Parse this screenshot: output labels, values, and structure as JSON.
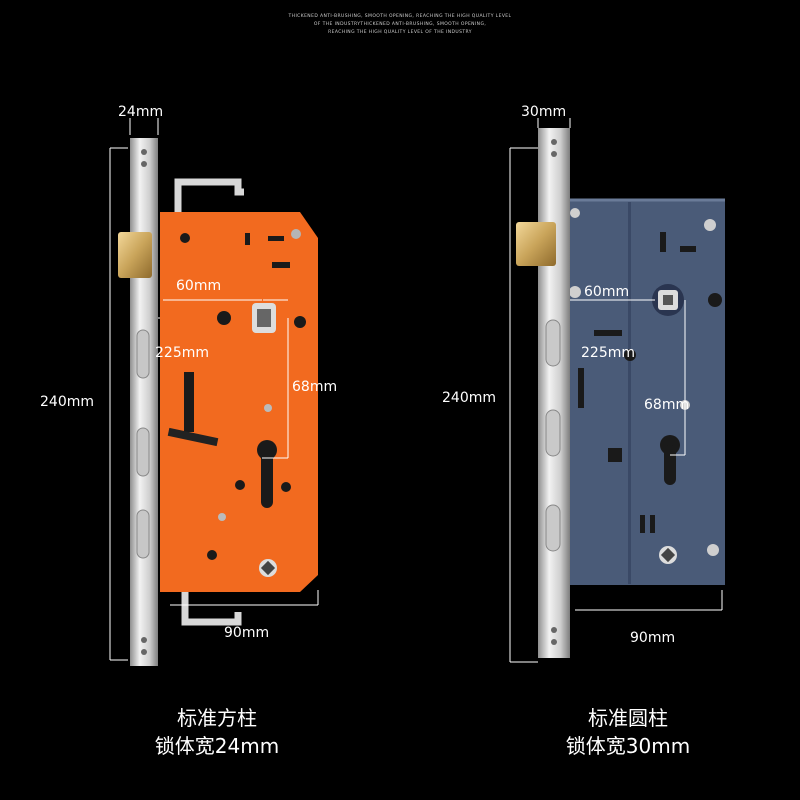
{
  "header": {
    "line1": "THICKENED ANTI-BRUSHING, SMOOTH OPENING, REACHING THE HIGH QUALITY LEVEL",
    "line2": "OF THE INDUSTRYTHICKENED ANTI-BRUSHING, SMOOTH OPENING,",
    "line3": "REACHING THE HIGH QUALITY LEVEL OF THE INDUSTRY"
  },
  "left_lock": {
    "faceplate_width": "24mm",
    "height": "240mm",
    "backset": "60mm",
    "length": "225mm",
    "center": "68mm",
    "case_width": "90mm",
    "caption_line1": "标准方柱",
    "caption_line2": "锁体宽24mm",
    "case_color": "#f26a1f"
  },
  "right_lock": {
    "faceplate_width": "30mm",
    "height": "240mm",
    "backset": "60mm",
    "length": "225mm",
    "center": "68mm",
    "case_width": "90mm",
    "caption_line1": "标准圆柱",
    "caption_line2": "锁体宽30mm",
    "case_color": "#4a5b78"
  }
}
